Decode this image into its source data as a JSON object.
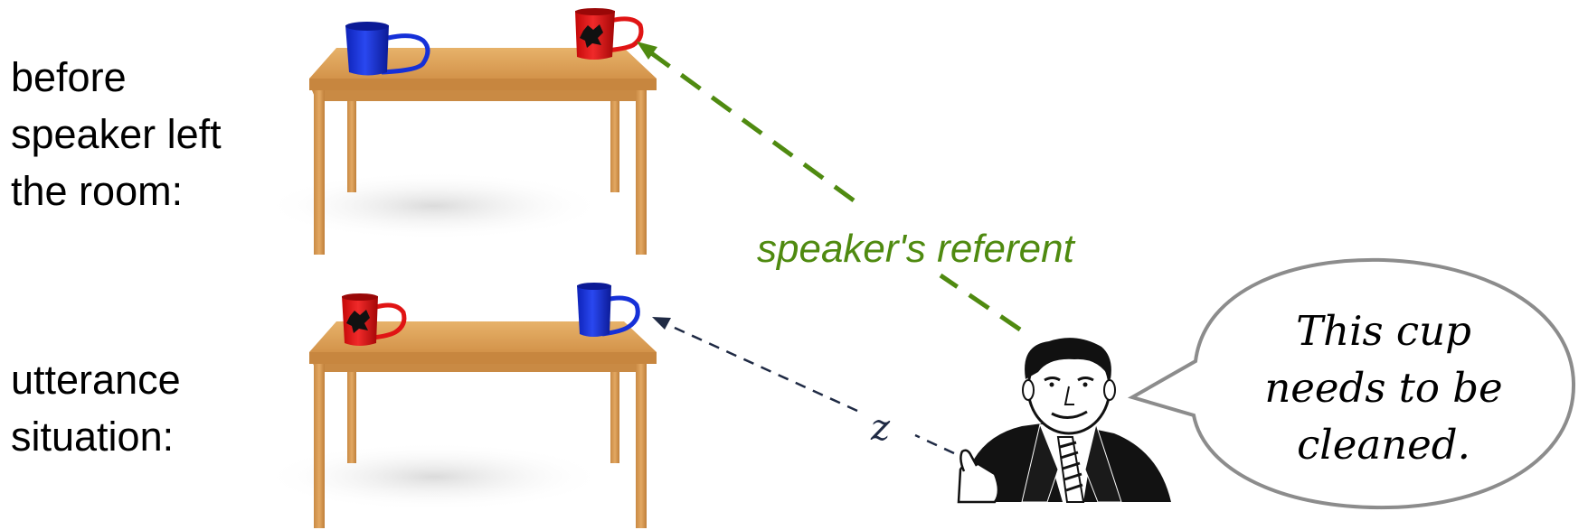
{
  "labels": {
    "before": [
      "before",
      "speaker left",
      "the room:"
    ],
    "utterance": [
      "utterance",
      "situation:"
    ]
  },
  "arrows": {
    "speakers_referent": "speaker's referent",
    "z": "z"
  },
  "speech_bubble": {
    "lines": [
      "This cup",
      "needs to be",
      "cleaned."
    ]
  },
  "colors": {
    "green": "#4f8a10",
    "navy": "#1f2a44",
    "blue_cup": "#1530d8",
    "red_cup": "#e01414",
    "table_wood": "#d99a4f"
  }
}
